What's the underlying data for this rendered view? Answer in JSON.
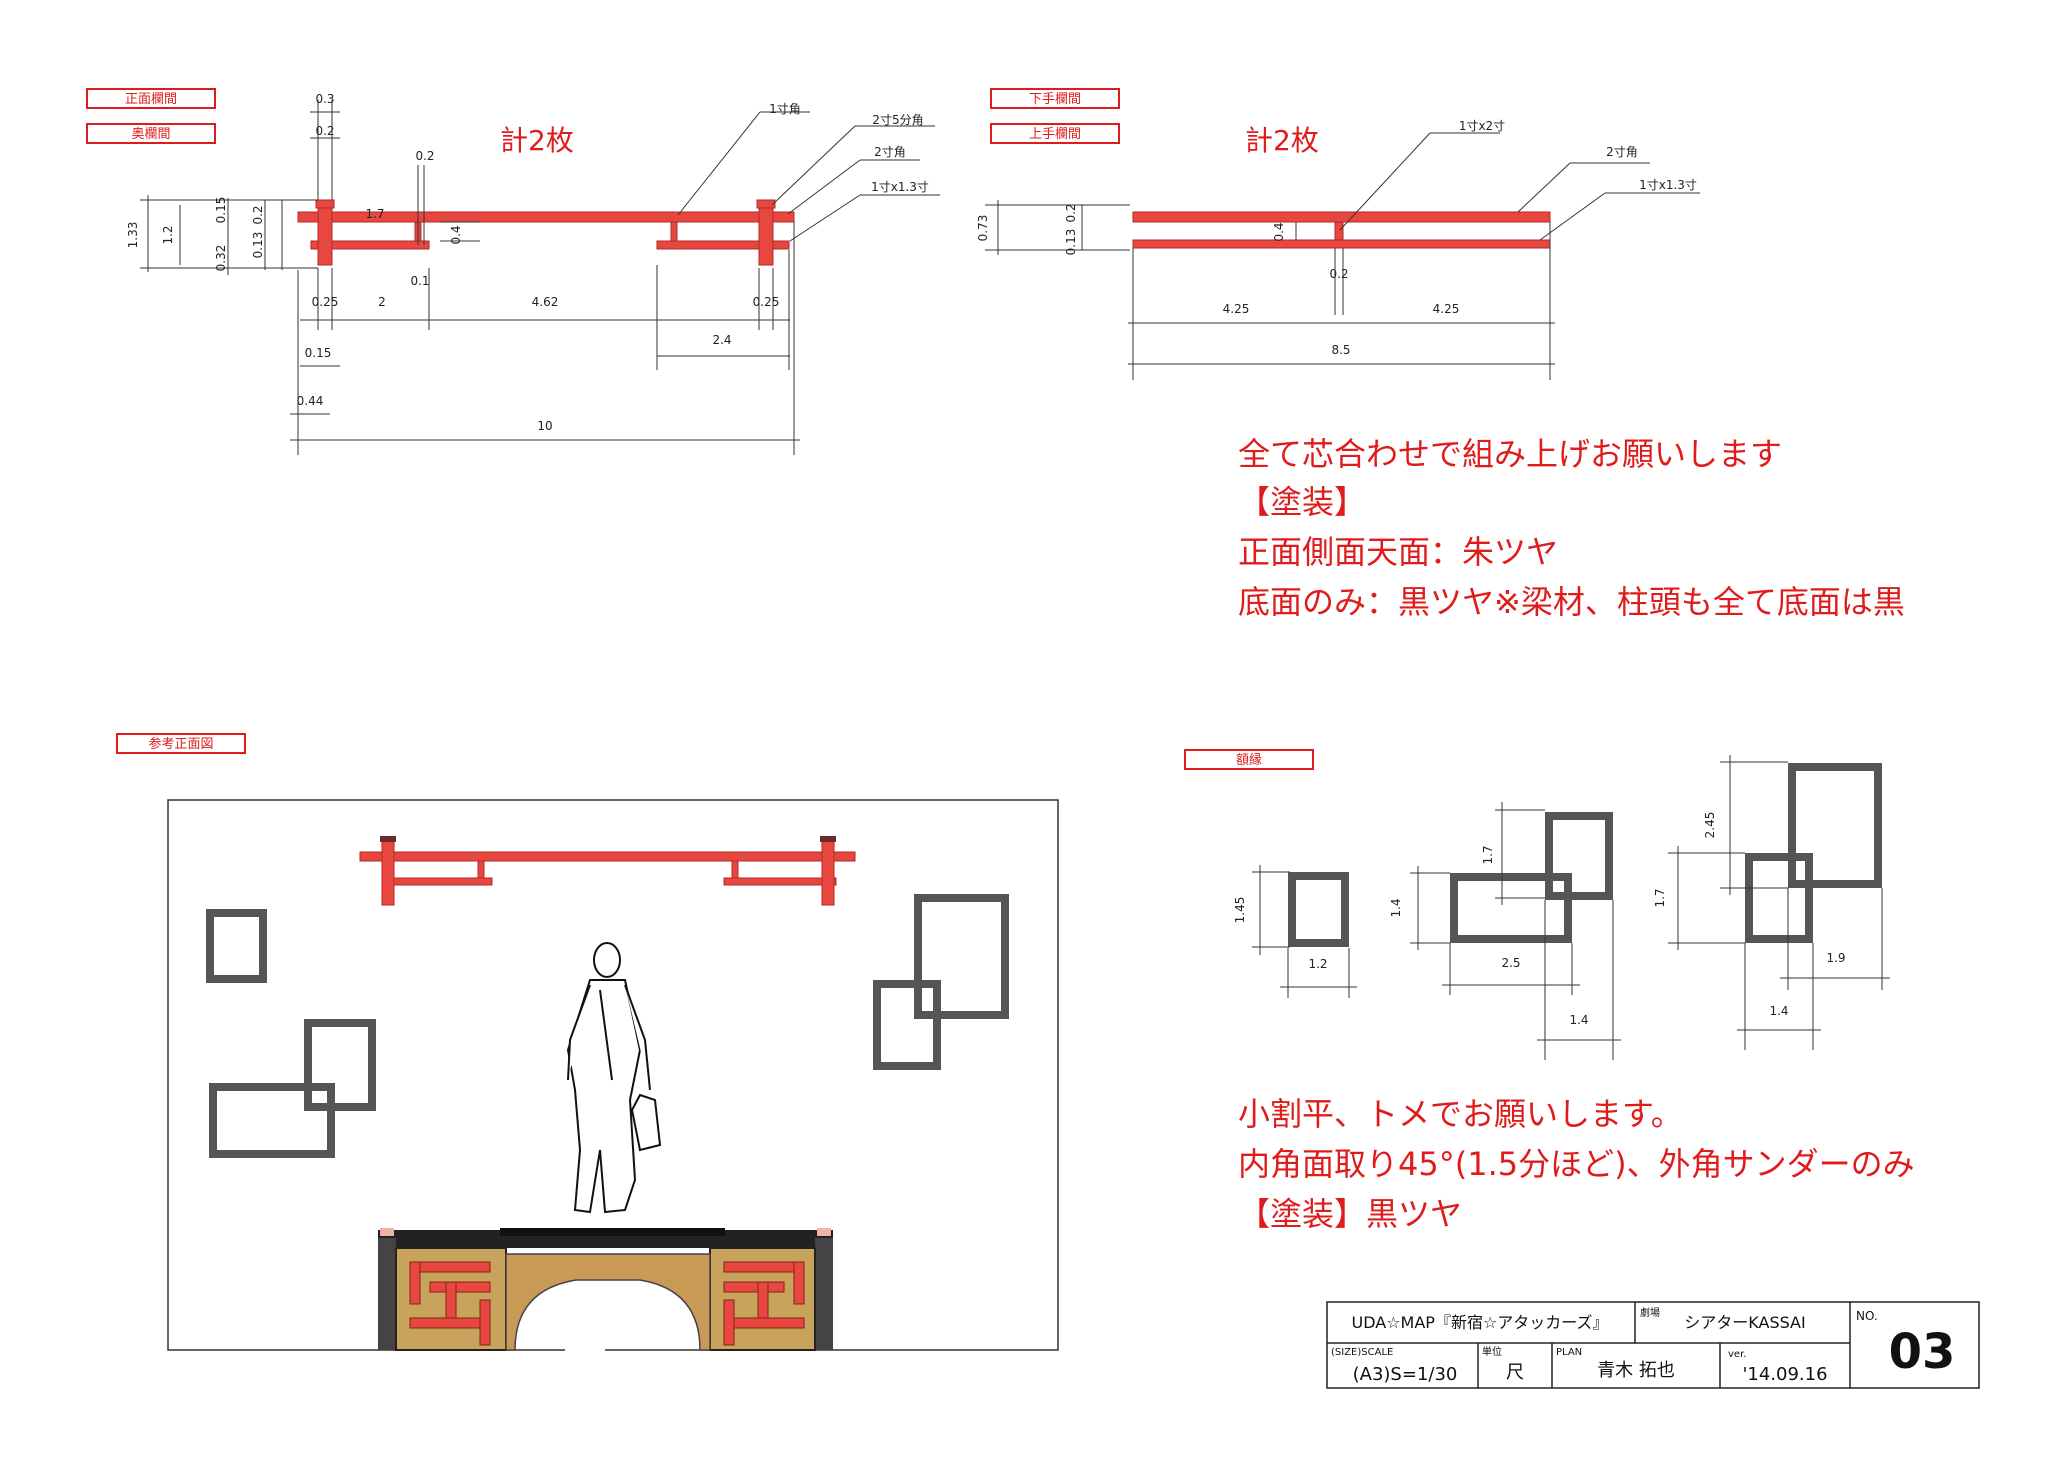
{
  "labels": {
    "front_rail": "正面欄間",
    "back_rail": "奥欄間",
    "stage_left_rail": "下手欄間",
    "stage_right_rail": "上手欄間",
    "ref_front": "参考正面図",
    "frame": "額縁"
  },
  "counts": {
    "left": "計2枚",
    "right": "計2枚"
  },
  "left_drawing": {
    "callouts": [
      "1寸角",
      "2寸5分角",
      "2寸角",
      "1寸x1.3寸"
    ],
    "dims": {
      "d_03": "0.3",
      "d_02a": "0.2",
      "d_02b": "0.2",
      "d_133": "1.33",
      "d_12": "1.2",
      "d_015a": "0.15",
      "d_013": "0.13",
      "d_02c": "0.2",
      "d_032": "0.32",
      "d_17": "1.7",
      "d_04": "0.4",
      "d_01": "0.1",
      "d_025a": "0.25",
      "d_2": "2",
      "d_462": "4.62",
      "d_025b": "0.25",
      "d_24": "2.4",
      "d_015b": "0.15",
      "d_044": "0.44",
      "d_10": "10"
    }
  },
  "right_drawing": {
    "callouts": [
      "1寸x2寸",
      "2寸角",
      "1寸x1.3寸"
    ],
    "dims": {
      "d_073": "0.73",
      "d_013": "0.13",
      "d_02": "0.2",
      "d_04": "0.4",
      "d_02b": "0.2",
      "d_425a": "4.25",
      "d_425b": "4.25",
      "d_85": "8.5"
    }
  },
  "notes1": [
    "全て芯合わせで組み上げお願いします",
    "【塗装】",
    "正面側面天面：朱ツヤ",
    "底面のみ：黒ツヤ※梁材、柱頭も全て底面は黒"
  ],
  "frames_dims": {
    "f1_h": "1.45",
    "f1_w": "1.2",
    "f2_h1": "1.7",
    "f2_h2": "1.4",
    "f2_w1": "2.5",
    "f2_w2": "1.4",
    "f3_h1": "2.45",
    "f3_h2": "1.7",
    "f3_w1": "1.9",
    "f3_w2": "1.4"
  },
  "notes2": [
    "小割平、トメでお願いします。",
    "内角面取り45°(1.5分ほど)、外角サンダーのみ",
    "【塗装】黒ツヤ"
  ],
  "title_block": {
    "project": "UDA☆MAP『新宿☆アタッカーズ』",
    "theater_label": "劇場",
    "theater": "シアターKASSAI",
    "no_label": "NO.",
    "no": "03",
    "size_label": "(SIZE)SCALE",
    "scale": "(A3)S=1/30",
    "unit_label": "単位",
    "unit": "尺",
    "plan_label": "PLAN",
    "planner": "青木 拓也",
    "ver_label": "ver.",
    "version": "'14.09.16"
  },
  "colors": {
    "accent_red": "#e01b1b",
    "rail_red": "#e8473f",
    "frame_gray": "#555555"
  }
}
